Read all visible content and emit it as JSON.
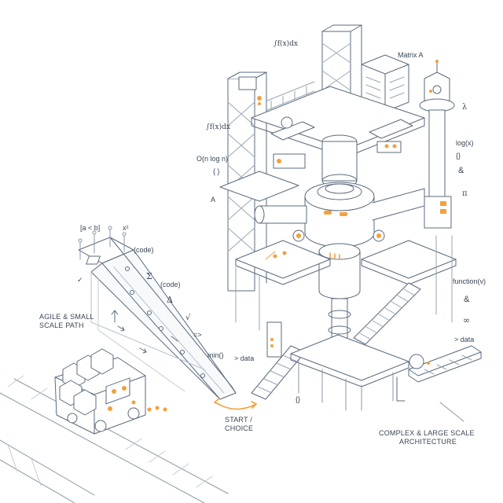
{
  "labels": {
    "agile_line1": "AGILE & SMALL",
    "agile_line2": "SCALE PATH",
    "start_line1": "START /",
    "start_line2": "CHOICE",
    "complex_line1": "COMPLEX & LARGE SCALE",
    "complex_line2": "ARCHITECTURE"
  },
  "annotations": {
    "integral_top": "∫f(x)dx",
    "matrix": "Matrix A",
    "lambda": "λ",
    "integral_left": "∫f(x)dx",
    "logx": "log(x)",
    "onlogn": "O(n log n)",
    "braces_left": "{ }",
    "braces_right": "{}",
    "amp_top": "&",
    "pi": "π",
    "a_left": "A",
    "a_lt_b": "[a < b]",
    "x_squared": "x²",
    "code_1": "(code)",
    "sigma": "Σ",
    "code_2": "(code)",
    "delta": "Δ",
    "sqrt": "√",
    "arrow_eq": "=>",
    "check": "✓",
    "min": "min()",
    "data_left": "> data",
    "braces_bottom": "{}",
    "function_v": "function(v)",
    "amp_mid": "&",
    "infinity": "∞",
    "data_right": "> data"
  },
  "colors": {
    "line": "#5a6b7e",
    "light": "#b7c2ce",
    "accent": "#f2a03d",
    "text": "#3a4656"
  }
}
